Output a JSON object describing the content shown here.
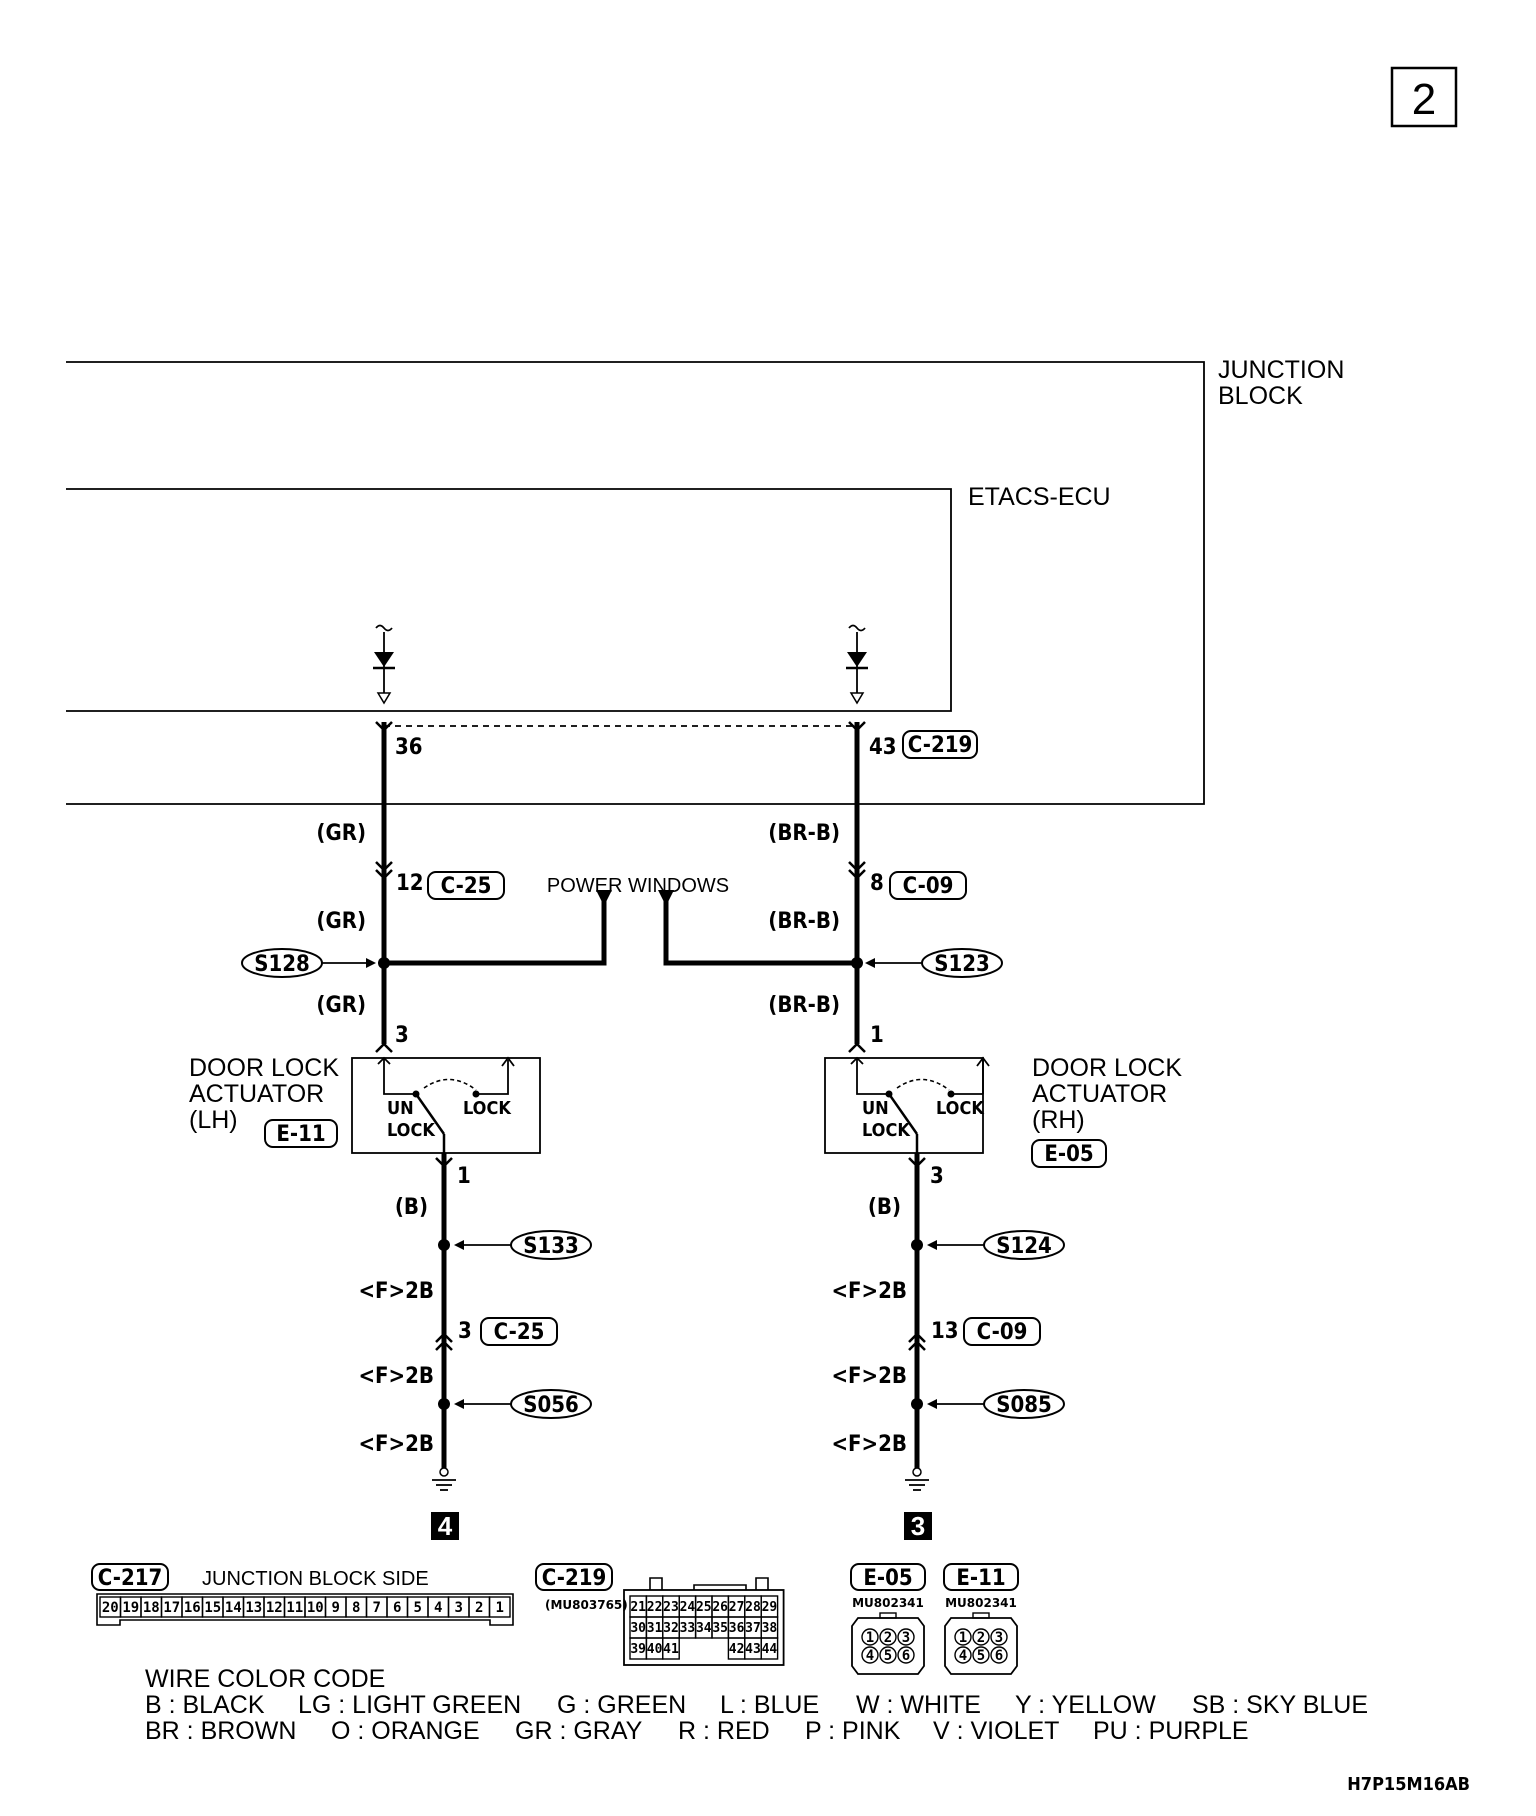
{
  "page_number": "2",
  "figure_code": "H7P15M16AB",
  "blocks": {
    "junction_block": [
      "JUNCTION",
      "BLOCK"
    ],
    "etacs_ecu": "ETACS-ECU",
    "power_windows": "POWER WINDOWS"
  },
  "left_circuit": {
    "ecu_pin": "36",
    "wire_color": "(GR)",
    "jb_pin": "12",
    "jb_connector": "C-25",
    "splice": "S128",
    "actuator_pin_in": "3",
    "actuator_label": [
      "DOOR LOCK",
      "ACTUATOR",
      "(LH)"
    ],
    "actuator_connector": "E-11",
    "actuator_pin_out": "1",
    "ground_wire": "(B)",
    "splice2": "S133",
    "ground_gauge": "<F>2B",
    "mid_pin": "3",
    "mid_connector": "C-25",
    "splice3": "S056",
    "ground_ref": "4"
  },
  "right_circuit": {
    "ecu_pin": "43",
    "ecu_connector": "C-219",
    "wire_color": "(BR-B)",
    "jb_pin": "8",
    "jb_connector": "C-09",
    "splice": "S123",
    "actuator_pin_in": "1",
    "actuator_label": [
      "DOOR LOCK",
      "ACTUATOR",
      "(RH)"
    ],
    "actuator_connector": "E-05",
    "actuator_pin_out": "3",
    "ground_wire": "(B)",
    "splice2": "S124",
    "ground_gauge": "<F>2B",
    "mid_pin": "13",
    "mid_connector": "C-09",
    "splice3": "S085",
    "ground_ref": "3"
  },
  "switch_labels": {
    "un": "UN",
    "lock_under": "LOCK",
    "lock": "LOCK"
  },
  "connectors": {
    "c217": {
      "id": "C-217",
      "label": "JUNCTION BLOCK SIDE",
      "pins": [
        "20",
        "19",
        "18",
        "17",
        "16",
        "15",
        "14",
        "13",
        "12",
        "11",
        "10",
        "9",
        "8",
        "7",
        "6",
        "5",
        "4",
        "3",
        "2",
        "1"
      ]
    },
    "c219": {
      "id": "C-219",
      "part": "(MU803765)",
      "rows": [
        [
          "21",
          "22",
          "23",
          "24",
          "25",
          "26",
          "27",
          "28",
          "29"
        ],
        [
          "30",
          "31",
          "32",
          "33",
          "34",
          "35",
          "36",
          "37",
          "38"
        ],
        [
          "39",
          "40",
          "41",
          "",
          "",
          "",
          "42",
          "43",
          "44"
        ]
      ]
    },
    "e05": {
      "id": "E-05",
      "part": "MU802341"
    },
    "e11": {
      "id": "E-11",
      "part": "MU802341"
    },
    "six_pins": [
      "1",
      "2",
      "3",
      "4",
      "5",
      "6"
    ]
  },
  "wire_color_code": {
    "title": "WIRE COLOR CODE",
    "line1": [
      "B : BLACK",
      "LG : LIGHT GREEN",
      "G : GREEN",
      "L : BLUE",
      "W : WHITE",
      "Y : YELLOW",
      "SB : SKY BLUE"
    ],
    "line2": [
      "BR : BROWN",
      "O : ORANGE",
      "GR : GRAY",
      "R : RED",
      "P : PINK",
      "V : VIOLET",
      "PU : PURPLE"
    ]
  }
}
